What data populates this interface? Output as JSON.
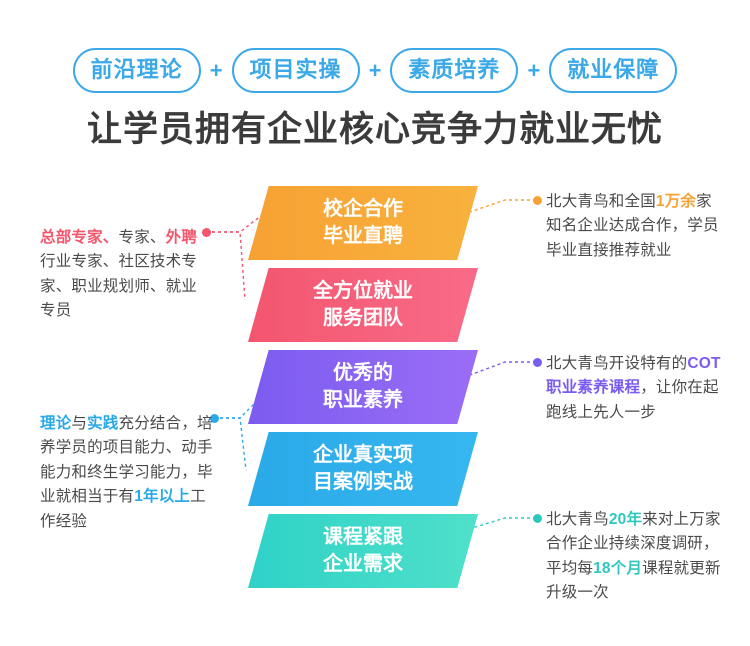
{
  "header": {
    "pills": [
      "前沿理论",
      "项目实操",
      "素质培养",
      "就业保障"
    ],
    "separator": "+",
    "headline": "让学员拥有企业核心竞争力就业无忧",
    "accent_color": "#3ba9e8",
    "headline_color": "#3b3b3b"
  },
  "bands": [
    {
      "line1": "校企合作",
      "line2": "毕业直聘",
      "color": "#f7a134"
    },
    {
      "line1": "全方位就业",
      "line2": "服务团队",
      "color": "#f4566e"
    },
    {
      "line1": "优秀的",
      "line2": "职业素养",
      "color": "#7b5cf0"
    },
    {
      "line1": "企业真实项",
      "line2": "目案例实战",
      "color": "#2aa9e8"
    },
    {
      "line1": "课程紧跟",
      "line2": "企业需求",
      "color": "#2fd2c8"
    }
  ],
  "notes": {
    "left_1": {
      "seg1_bold": "总部专家、",
      "seg2": "专家、",
      "seg3_bold": "外聘",
      "plain": "行业专家、社区技术专家、职业规划师、就业专员",
      "highlight_color": "#f4566e"
    },
    "left_2": {
      "lead_bold": "理论",
      "mid": "与",
      "lead_bold2": "实践",
      "plain": "充分结合，培养学员的项目能力、动手能力和终生学习能力，毕业就相当于有",
      "highlight_num": "1",
      "tail": "年以上",
      "tail2": "工作经验",
      "highlight_color": "#2aa9e8"
    },
    "right_1": {
      "plain1": "北大青鸟和全国",
      "highlight1": "1万余",
      "plain2": "家知名企业达成合作，学员毕业直接推荐就业",
      "highlight_color": "#f7a134"
    },
    "right_2": {
      "plain1": "北大青鸟开设特有的",
      "highlight1": "COT职业素养课程",
      "plain2": "，让你在起跑线上先人一步",
      "highlight_color": "#7b5cf0"
    },
    "right_3": {
      "plain1": "北大青鸟",
      "highlight1": "20年",
      "plain2": "来对上万家合作企业持续深度调研，平均每",
      "highlight2": "18个月",
      "plain3": "课程就更新升级一次",
      "highlight_color": "#2fc8c0"
    }
  }
}
